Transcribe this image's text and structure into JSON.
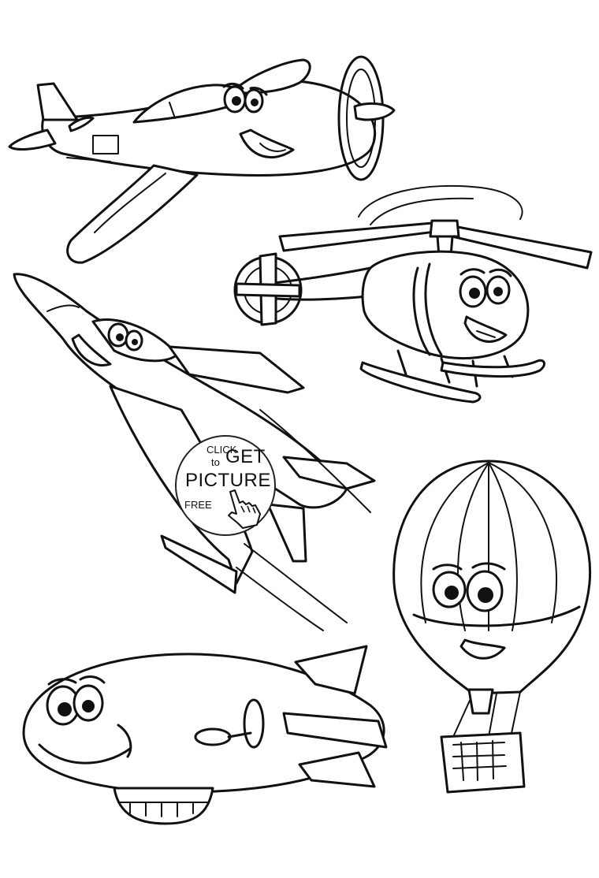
{
  "cta": {
    "line1": "CLICK",
    "line2": "to",
    "line3": "GET",
    "line4": "PICTURE",
    "line5": "FREE"
  },
  "icons": {
    "cta_hand": "pointing-hand-icon"
  },
  "colors": {
    "ink": "#111111",
    "background": "#ffffff"
  }
}
